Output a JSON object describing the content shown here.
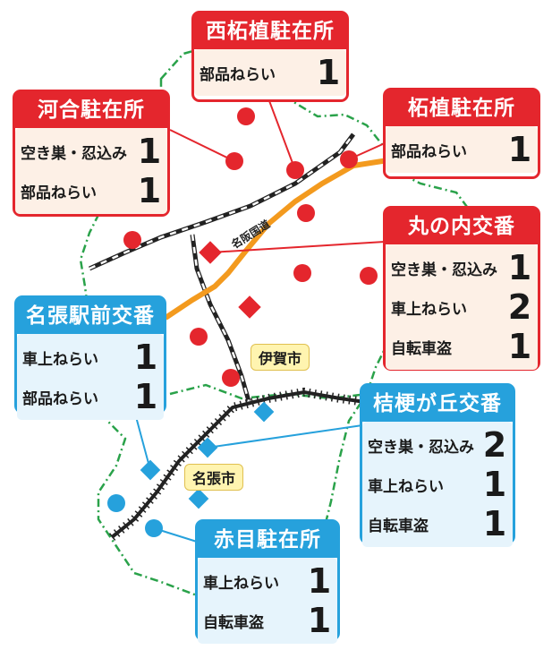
{
  "map": {
    "road_label": "名阪国道",
    "cities": [
      {
        "id": "iga",
        "name": "伊賀市"
      },
      {
        "id": "nabari",
        "name": "名張市"
      }
    ],
    "colors": {
      "koban": "#e4262d",
      "chuzaisho_blue": "#26a1dc",
      "road": "#f39a1e",
      "border": "#2aa24a",
      "railway": "#222222",
      "city_label_bg": "#fff4b0"
    }
  },
  "boxes": {
    "nishitsuge": {
      "title": "西柘植駐在所",
      "rows": [
        {
          "label": "部品ねらい",
          "count": "1"
        }
      ]
    },
    "kawai": {
      "title": "河合駐在所",
      "rows": [
        {
          "label": "空き巣・忍込み",
          "count": "1"
        },
        {
          "label": "部品ねらい",
          "count": "1"
        }
      ]
    },
    "tsuge": {
      "title": "柘植駐在所",
      "rows": [
        {
          "label": "部品ねらい",
          "count": "1"
        }
      ]
    },
    "marunouchi": {
      "title": "丸の内交番",
      "rows": [
        {
          "label": "空き巣・忍込み",
          "count": "1"
        },
        {
          "label": "車上ねらい",
          "count": "2"
        },
        {
          "label": "自転車盗",
          "count": "1"
        }
      ]
    },
    "nabari_ekimae": {
      "title": "名張駅前交番",
      "rows": [
        {
          "label": "車上ねらい",
          "count": "1"
        },
        {
          "label": "部品ねらい",
          "count": "1"
        }
      ]
    },
    "kikyougaoka": {
      "title": "桔梗が丘交番",
      "rows": [
        {
          "label": "空き巣・忍込み",
          "count": "2"
        },
        {
          "label": "車上ねらい",
          "count": "1"
        },
        {
          "label": "自転車盗",
          "count": "1"
        }
      ]
    },
    "akame": {
      "title": "赤目駐在所",
      "rows": [
        {
          "label": "車上ねらい",
          "count": "1"
        },
        {
          "label": "自転車盗",
          "count": "1"
        }
      ]
    }
  }
}
